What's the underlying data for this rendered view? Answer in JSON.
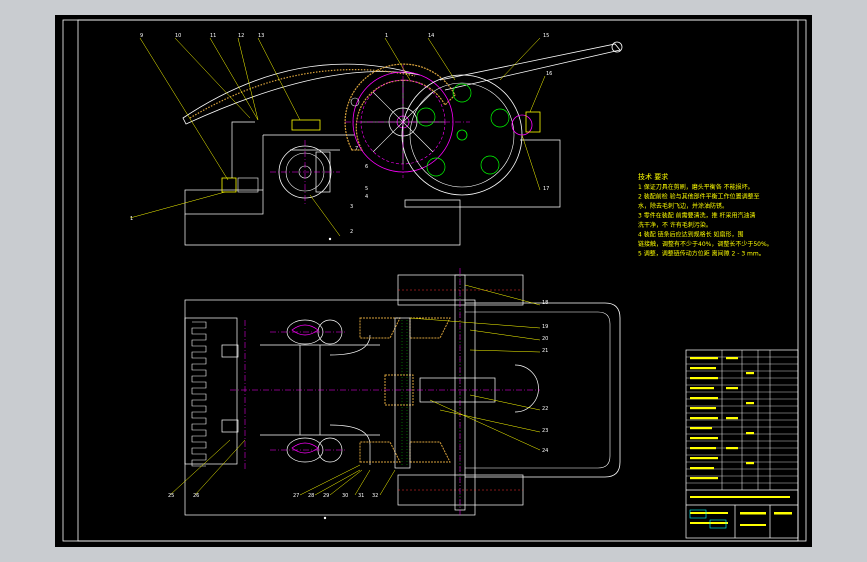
{
  "colors": {
    "background": "#c9ccd0",
    "sheet": "#000000",
    "frame": "#ffffff",
    "part_outline": "#ffffff",
    "gear": "#ff00ff",
    "hatch": "#d8a23c",
    "centerline": "#ff00ff",
    "leader": "#ffff00",
    "wheel": "#00ff00",
    "cyan": "#00ffff",
    "red": "#ff3030"
  },
  "technical_requirements": {
    "title": "技术 要求",
    "lines": [
      "1 保证刀具在剪刷，磨头平衡各 不能损坏。",
      "2 装配前检 验与其他部件平衡工作位置调整至",
      "水，除去毛刺飞边，并涂油防锈。",
      "3 零件在装配 前需要清洗，推 杆采用汽油清",
      "洗干净，不 许有毛刺污染。",
      "4 装配 链条后应达到规格长 如扇形，围",
      "链接触，调整有不少于40%，调整长不少于50%。",
      "5 调整，调整链传动方位距 离间隙 2 - 3 mm。"
    ]
  },
  "leader_labels_top": [
    "9",
    "10",
    "11",
    "12",
    "13",
    "1",
    "14",
    "15",
    "16",
    "17",
    "7",
    "6",
    "5",
    "4",
    "3",
    "2",
    "1"
  ],
  "leader_labels_bottom": [
    "18",
    "19",
    "20",
    "21",
    "22",
    "23",
    "24",
    "25",
    "26",
    "27",
    "28",
    "29",
    "30",
    "31",
    "32"
  ],
  "title_block_rows": 20
}
